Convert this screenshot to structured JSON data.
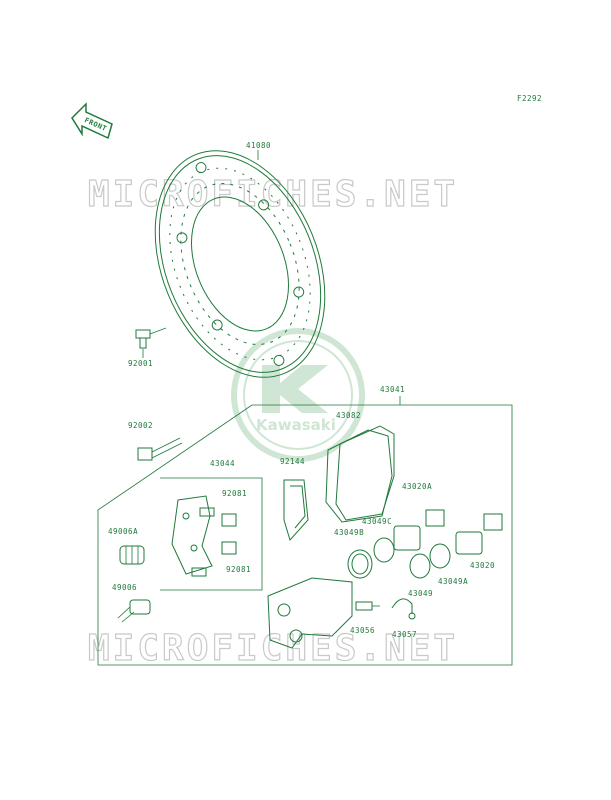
{
  "diagram": {
    "code": "F2292",
    "front_arrow": "FRONT",
    "watermark_top": "MICROFICHES.NET",
    "watermark_bottom": "MICROFICHES.NET",
    "logo_text": "Kawasaki",
    "colors": {
      "ink": "#1f7a3a",
      "watermark": "#c9c9c9",
      "logo": "#cfe6d4"
    },
    "parts": [
      "41080",
      "92001",
      "43041",
      "43082",
      "92002",
      "43044",
      "92144",
      "92081",
      "92081",
      "43020A",
      "49006A",
      "43049B",
      "43049C",
      "43020",
      "43049A",
      "43049",
      "49006",
      "43056",
      "43057"
    ]
  }
}
